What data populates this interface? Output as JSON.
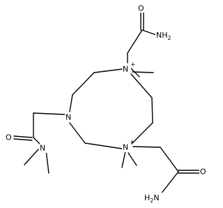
{
  "molecule": {
    "atoms": {
      "o_top": "O",
      "nh2_top": "NH",
      "nh2_top_sub": "2",
      "o_left": "O",
      "n_amide_left": "N",
      "n_ring_left": "N",
      "n_ring_top": "N",
      "n_ring_top_charge": "+",
      "n_ring_bottom": "N",
      "n_ring_bottom_charge": "+",
      "o_bottom": "O",
      "nh2_bottom": "H",
      "nh2_bottom_sub": "2",
      "nh2_bottom_tail": "N"
    }
  }
}
